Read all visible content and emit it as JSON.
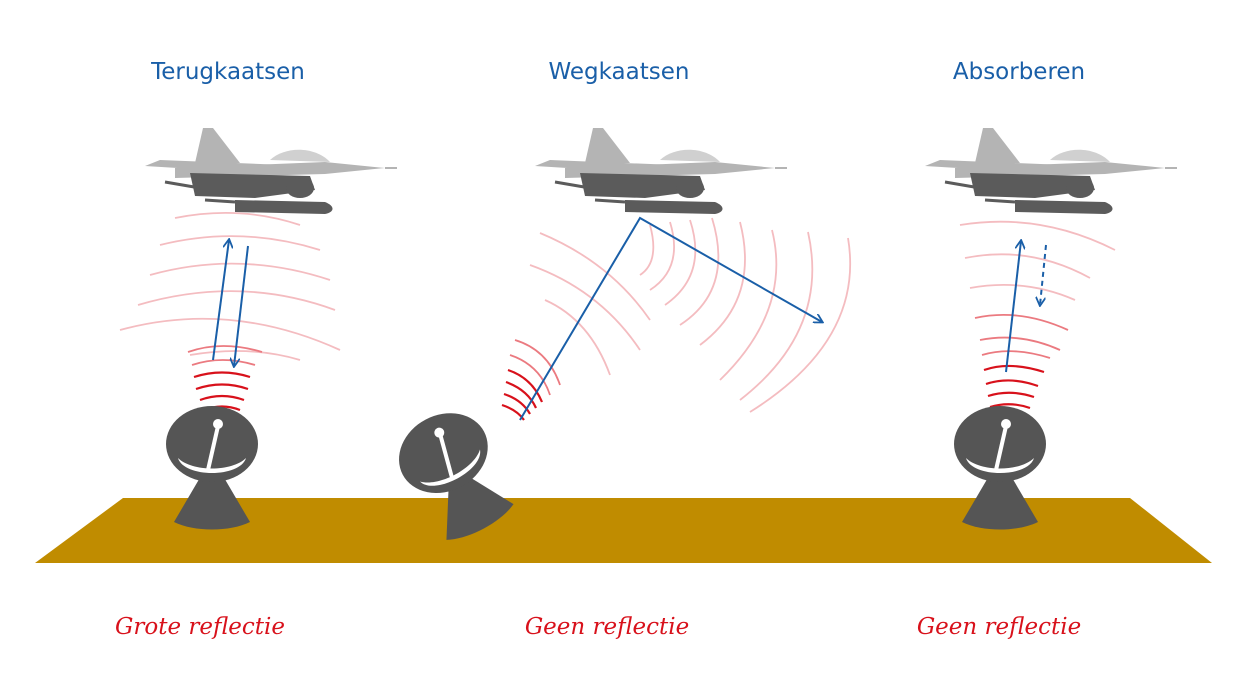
{
  "panels": [
    {
      "title": "Terugkaatsen",
      "caption": "Grote reflectie"
    },
    {
      "title": "Wegkaatsen",
      "caption": "Geen reflectie"
    },
    {
      "title": "Absorberen",
      "caption": "Geen reflectie"
    }
  ],
  "colors": {
    "title": "#1a5fa8",
    "caption": "#d8111b",
    "ground": "#c08c00",
    "beam": "#1a5fa8",
    "wave_strong": "#d8111b",
    "wave_soft": "#f4bcc0",
    "jet": "#b4b4b4",
    "radar": "#555555"
  },
  "icons": [
    "fighter-jet-icon",
    "radar-dish-icon",
    "radar-wave-icon",
    "beam-arrow-icon"
  ]
}
